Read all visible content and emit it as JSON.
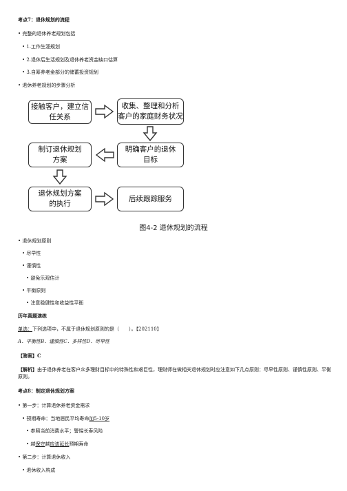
{
  "heading1": "考点7：退休规划的流程",
  "list1": [
    "• 完整的退休养老规划包括",
    "• 1.工作生涯规划",
    "• 2.退休后生活规划及退休养老资金缺口估算",
    "• 3.自筹养老金部分的储蓄投资规划",
    "• 退休养老规划的步骤分析"
  ],
  "flow": {
    "box1": [
      "接触客户，建立信",
      "任关系"
    ],
    "box2": [
      "收集、整理和分析",
      "客户的家庭财务状况"
    ],
    "box3": [
      "制订退休规划",
      "方案"
    ],
    "box4": [
      "明确客户的退休",
      "目标"
    ],
    "box5": [
      "退休规划方案",
      "的执行"
    ],
    "box6": "后续跟踪服务",
    "caption": "图4-2  退休规划的流程"
  },
  "list2": [
    "• 退休规划原则",
    "• 尽早性",
    "• 谨慎性",
    "• 避免乐观估计",
    "• 平衡原则",
    "• 注意稳健性和收益性平衡"
  ],
  "heading2": "历年真题演练",
  "question": {
    "type_label": "单选：",
    "text": "下列选项中，不属于退休规划原则的是（　　）。【202110】",
    "options": "A．平衡性B．谨慎性C．多样性D．尽早性"
  },
  "answer": "【答案】C",
  "analysis": {
    "label": "【解析】",
    "text": "由于退休养老在客户众多理财目标中的特殊性和艰巨性，理财师在做相关退休规划时应注意如下几点原则：尽早性原则、谨慎性原则、平衡原则。"
  },
  "heading3": "考点8：制定退休规划方案",
  "list3": [
    "• 第一步：计算退休养老资金需求",
    "• 预期寿命：当地居民平均寿命",
    "加5-10岁",
    "• 参照当前消费水平；警惕长寿风险",
    "• 越",
    "保守",
    "越",
    "应该",
    "延长",
    "预期寿命",
    "• 第二步：计算退休收入",
    "• 退休收入构成"
  ]
}
